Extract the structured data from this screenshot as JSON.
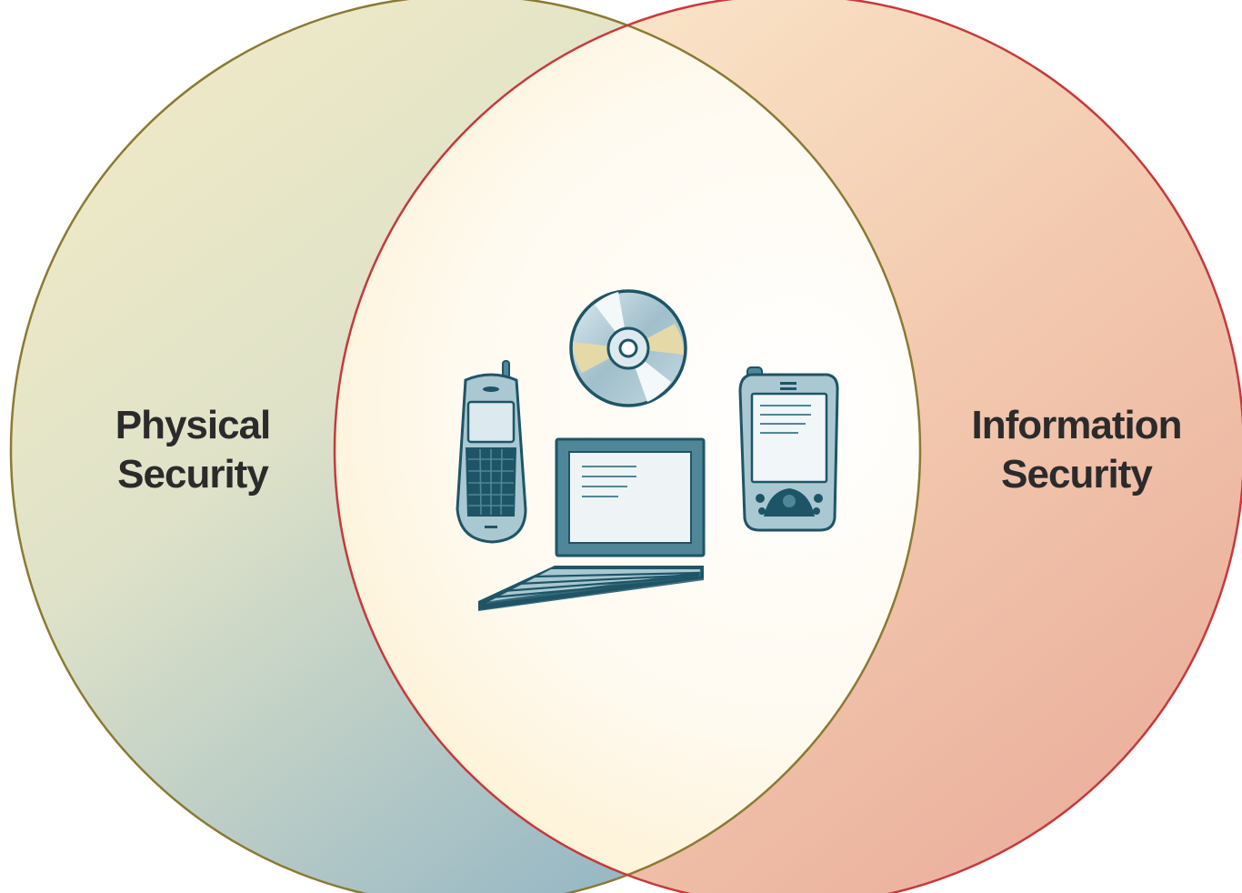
{
  "diagram": {
    "left_circle": {
      "label_line1": "Physical",
      "label_line2": "Security",
      "stroke_color": "#8a7a33"
    },
    "right_circle": {
      "label_line1": "Information",
      "label_line2": "Security",
      "stroke_color": "#c8383c"
    },
    "intersection": {
      "icons": [
        "cell-phone-icon",
        "cd-disc-icon",
        "pda-icon",
        "laptop-icon"
      ]
    },
    "colors": {
      "icon_dark": "#1e5566",
      "icon_mid": "#4f8798",
      "icon_light": "#a9c8d2"
    }
  }
}
